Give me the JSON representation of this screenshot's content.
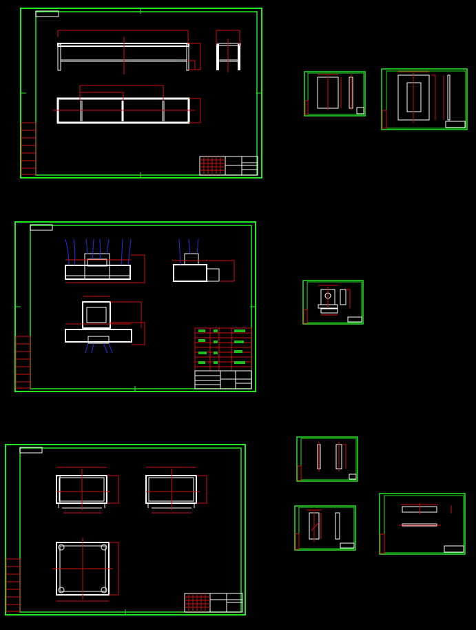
{
  "canvas": {
    "background": "#000000"
  },
  "colors": {
    "frame": "#22e822",
    "geometry": "#ffffff",
    "dimension": "#d01010",
    "leader": "#2233ee"
  },
  "sheets": [
    {
      "kind": "large",
      "view": "beam-frame"
    },
    {
      "kind": "large",
      "view": "assembly-with-parts-list"
    },
    {
      "kind": "large",
      "view": "base-frame"
    },
    {
      "kind": "small"
    },
    {
      "kind": "small"
    },
    {
      "kind": "small"
    },
    {
      "kind": "small"
    },
    {
      "kind": "small"
    },
    {
      "kind": "small"
    }
  ]
}
